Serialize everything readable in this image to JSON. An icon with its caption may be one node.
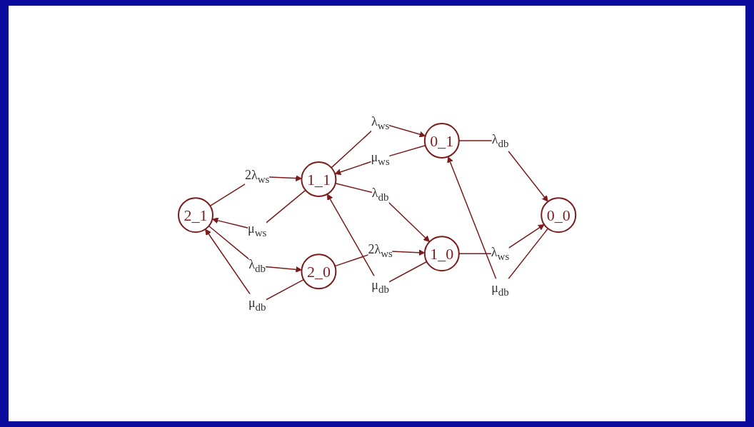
{
  "diagram": {
    "nodes": [
      {
        "text": [
          "2_1"
        ]
      },
      {
        "text": [
          "1_1"
        ]
      },
      {
        "text": [
          "0_1"
        ]
      },
      {
        "text": [
          "2_0"
        ]
      },
      {
        "text": [
          "1_0"
        ]
      },
      {
        "text": [
          "0_0"
        ]
      }
    ],
    "edges": [
      {
        "from": 0,
        "to": 1,
        "arrow": "to",
        "label": "2λ$_{ws}$"
      },
      {
        "from": 1,
        "to": 2,
        "arrow": "to",
        "label": "λ$_{ws}$"
      },
      {
        "from": 1,
        "to": 0,
        "arrow": "to",
        "label": "μ$_{ws}$"
      },
      {
        "from": 2,
        "to": 1,
        "arrow": "to",
        "label": "μ$_{ws}$"
      },
      {
        "from": 3,
        "to": 0,
        "arrow": "to",
        "label": "μ$_{db}$"
      },
      {
        "from": 0,
        "to": 3,
        "arrow": "to",
        "label": "λ$_{db}$"
      },
      {
        "from": 4,
        "to": 1,
        "arrow": "to",
        "label": "μ$_{db}$"
      },
      {
        "from": 1,
        "to": 4,
        "arrow": "to",
        "label": "λ$_{db}$"
      },
      {
        "from": 5,
        "to": 2,
        "arrow": "to",
        "label": "μ$_{db}$"
      },
      {
        "from": 2,
        "to": 5,
        "arrow": "to",
        "label": "λ$_{db}$"
      },
      {
        "from": 3,
        "to": 4,
        "arrow": "to",
        "label": "2λ$_{ws}$"
      },
      {
        "from": 4,
        "to": 5,
        "arrow": "to",
        "label": "λ$_{ws}$"
      }
    ]
  }
}
